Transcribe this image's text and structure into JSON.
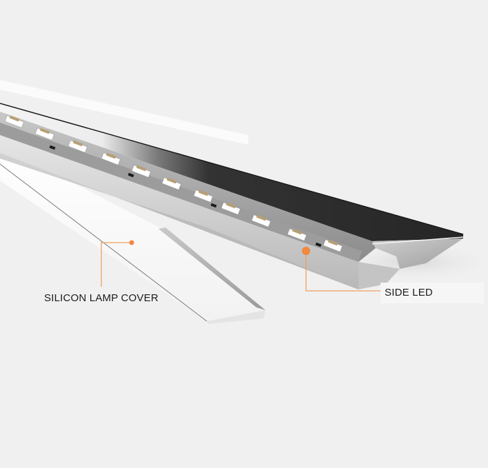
{
  "image": {
    "subject": "LED aluminium profile with side LED strip and silicon lamp cover",
    "background_color": "#f0f0f0"
  },
  "callouts": [
    {
      "id": "cover",
      "label": "SILICON LAMP COVER",
      "marker_color": "#f0883e",
      "line_color": "#f0a060"
    },
    {
      "id": "led",
      "label": "SIDE LED",
      "marker_color": "#f0883e",
      "line_color": "#f0a060"
    }
  ],
  "colors": {
    "profile_top": "#2b2b2b",
    "aluminium_light": "#d8d8d8",
    "aluminium_dark": "#8c8c8c",
    "cover_white": "#fdfdfd",
    "accent_orange": "#f0883e"
  }
}
